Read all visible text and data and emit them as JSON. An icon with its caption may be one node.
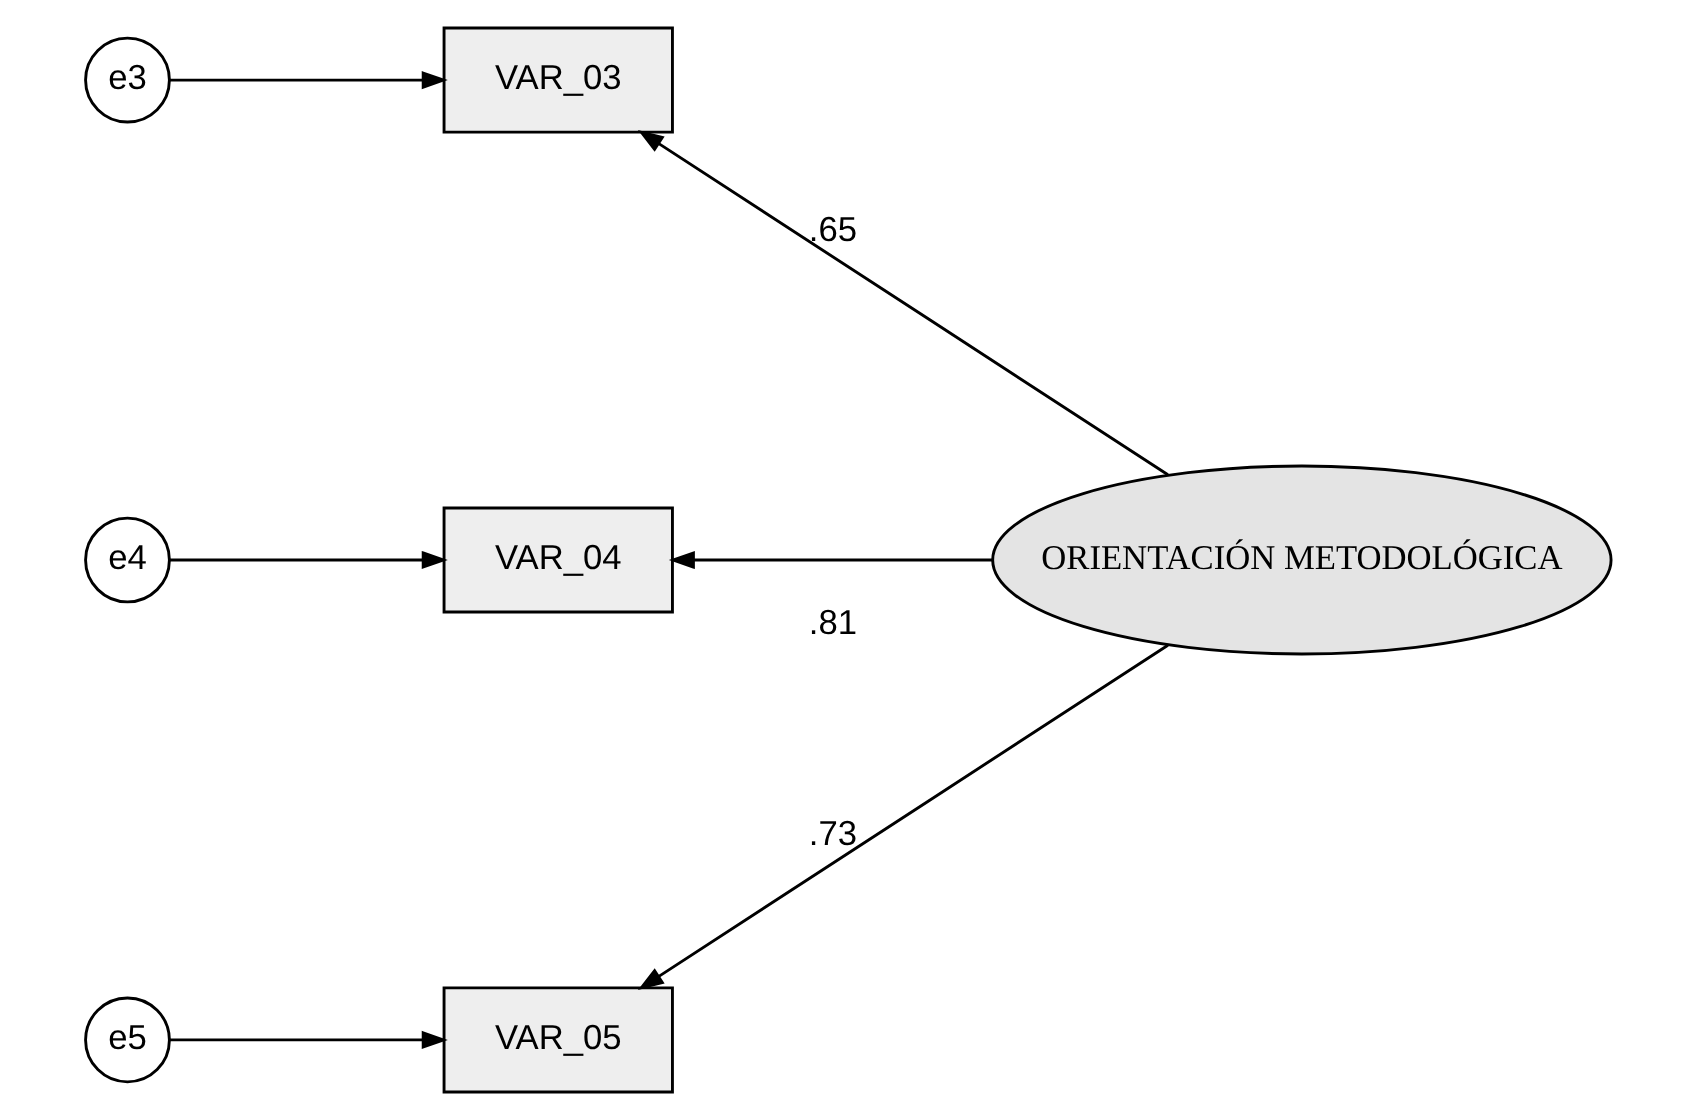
{
  "diagram": {
    "nodes": [
      {
        "text": [
          "e3"
        ]
      },
      {
        "text": [
          "VAR_03"
        ]
      },
      {
        "text": [
          "e4"
        ]
      },
      {
        "text": [
          "VAR_04"
        ]
      },
      {
        "text": [
          "e5"
        ]
      },
      {
        "text": [
          "VAR_05"
        ]
      },
      {
        "text": [
          "ORIENTACIÓN METODOLÓGICA"
        ]
      }
    ],
    "edges": [
      {
        "from": 0,
        "to": 1,
        "arrow": "to"
      },
      {
        "from": 2,
        "to": 3,
        "arrow": "to"
      },
      {
        "from": 4,
        "to": 5,
        "arrow": "to"
      },
      {
        "from": 6,
        "to": 1,
        "arrow": "to",
        "label": ".65"
      },
      {
        "from": 6,
        "to": 3,
        "arrow": "to",
        "label": ".81"
      },
      {
        "from": 6,
        "to": 5,
        "arrow": "to",
        "label": ".73"
      }
    ]
  }
}
